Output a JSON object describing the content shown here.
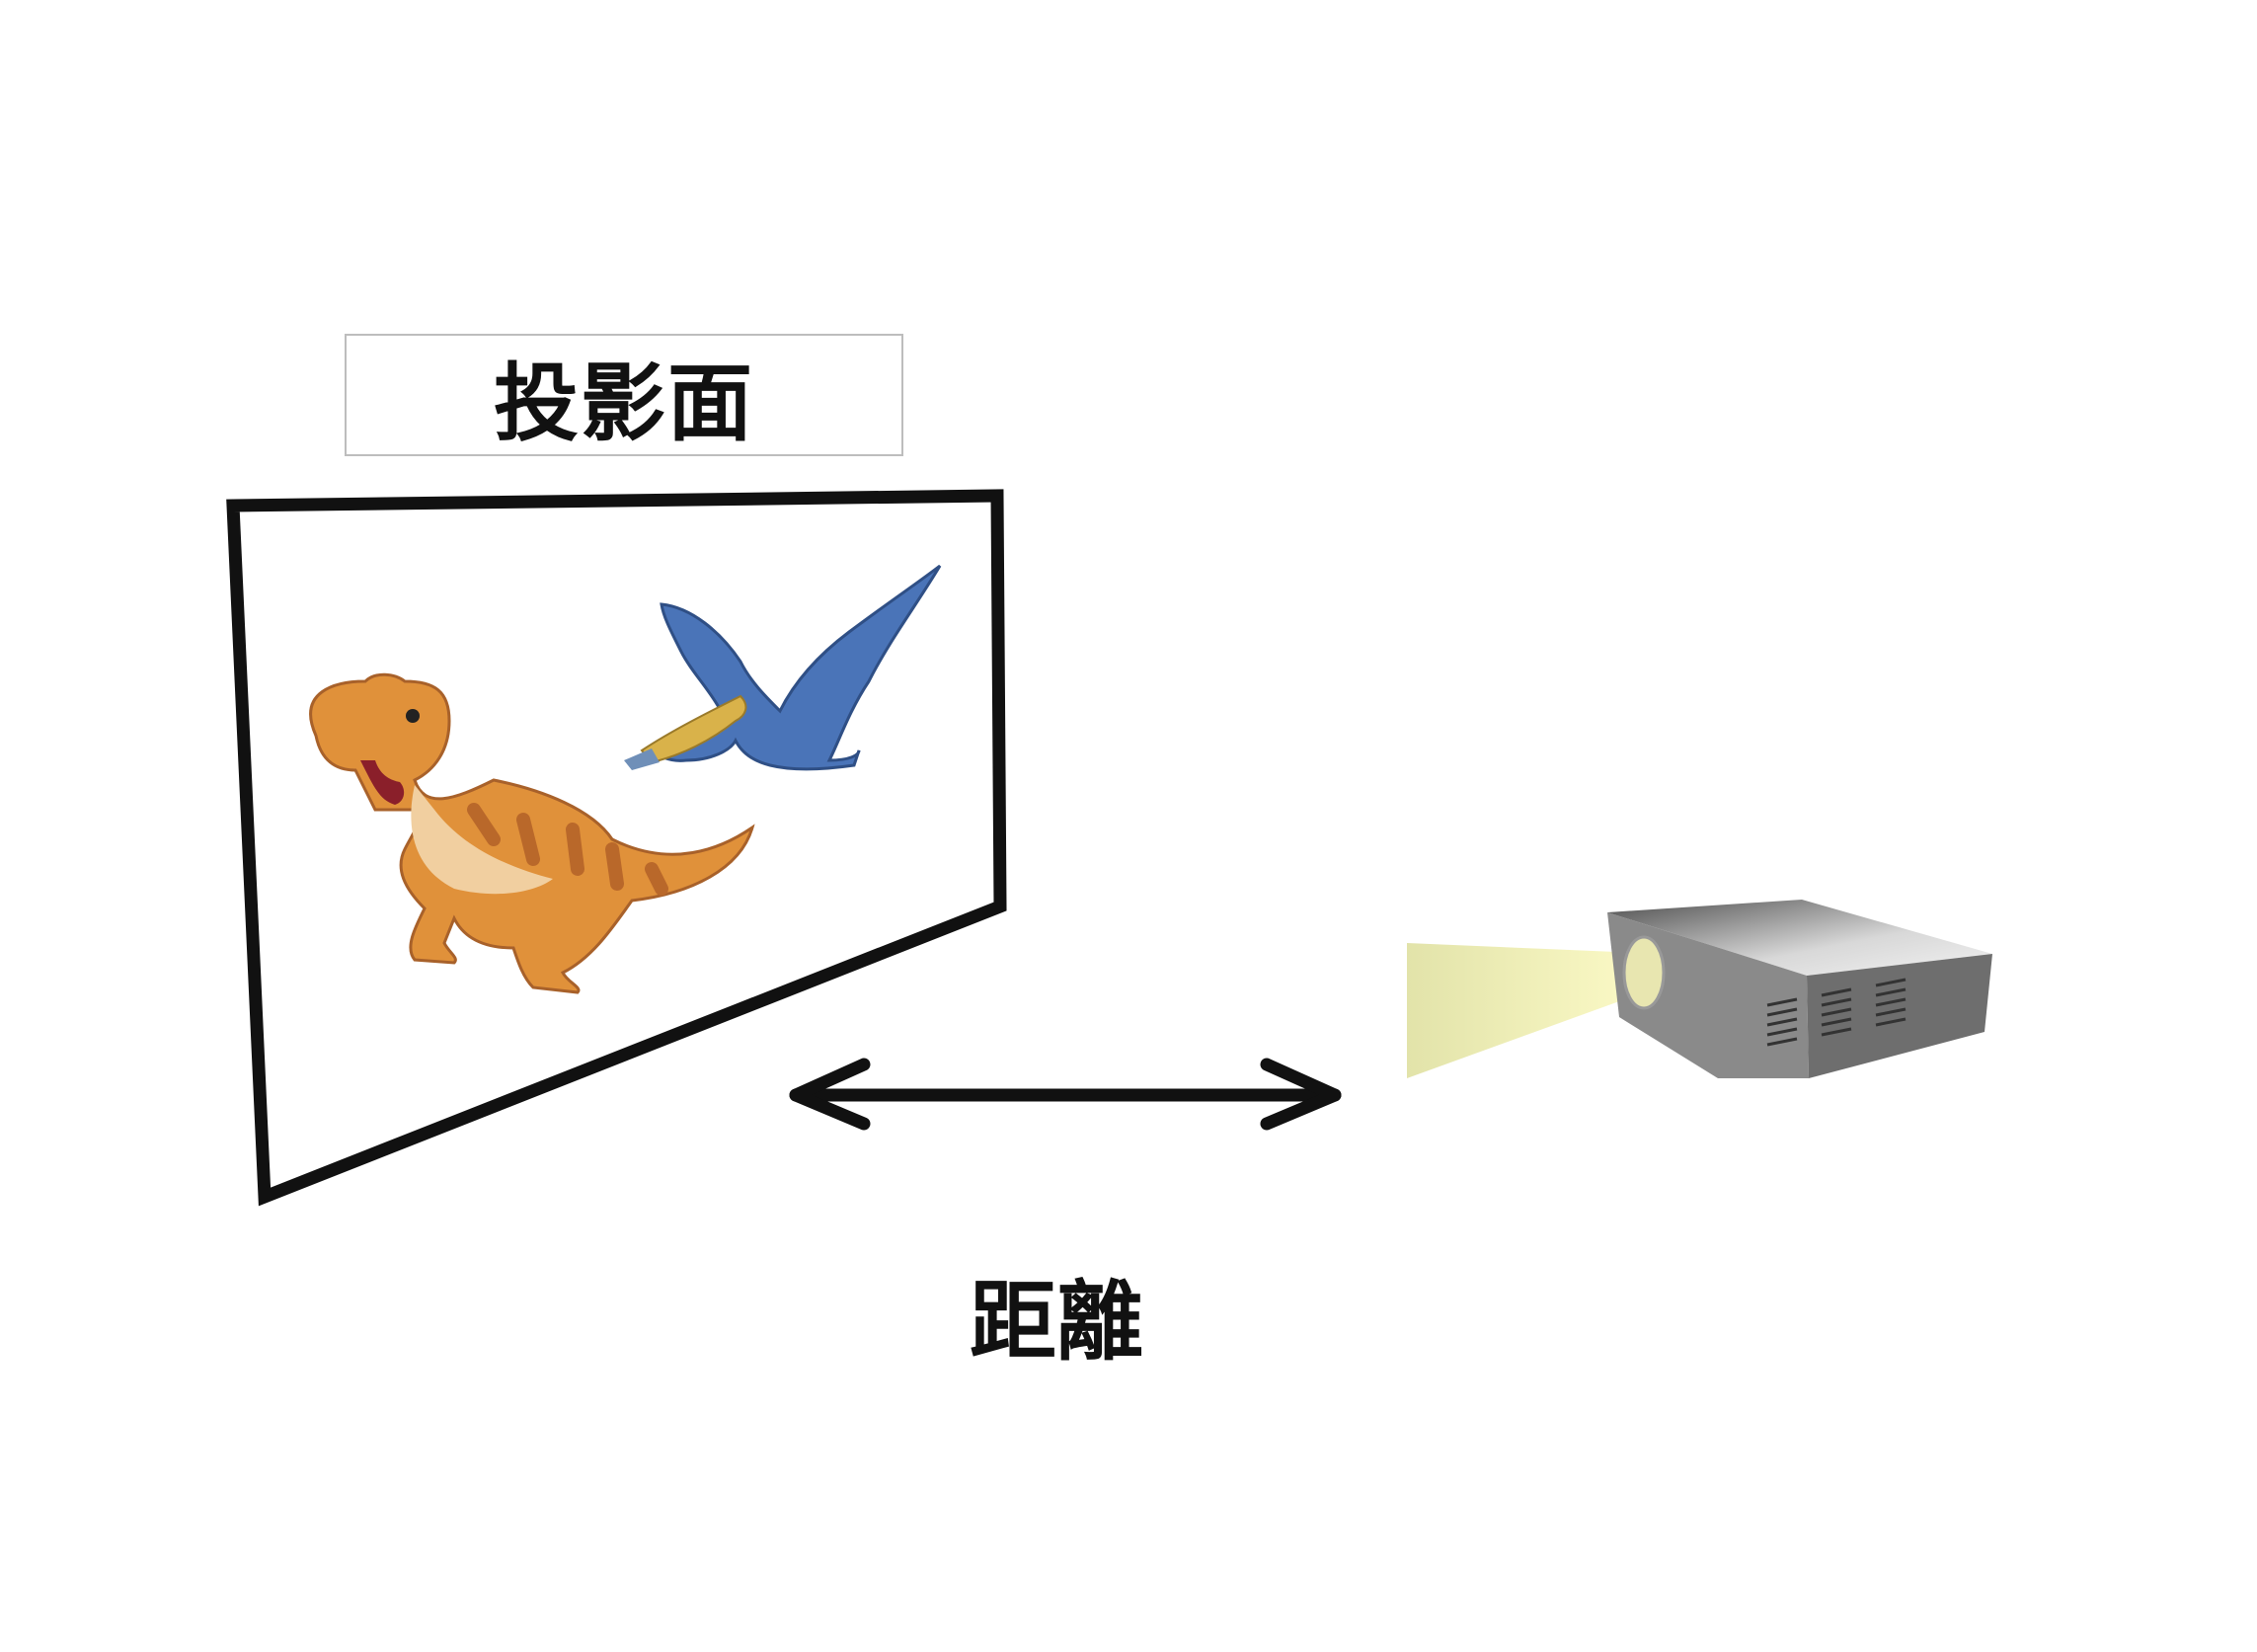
{
  "screen_label": "投影面",
  "distance_label": "距離",
  "colors": {
    "screen_border": "#111111",
    "trex_body": "#e0913a",
    "trex_stripes": "#b9682a",
    "pteranodon_body": "#4a74b8",
    "projector_body": "#7a7a7a",
    "light_beam": "#f3f2c8"
  },
  "icons": [
    "projection-screen",
    "t-rex-illustration",
    "pteranodon-illustration",
    "double-arrow-icon",
    "projector-icon"
  ]
}
